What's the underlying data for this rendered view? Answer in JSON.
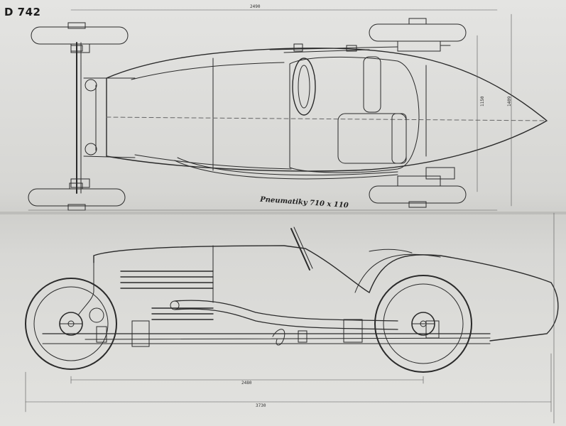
{
  "sheet": {
    "drawing_code": "D 742",
    "caption": "Pneumatiky 710 x 110"
  },
  "dimensions": {
    "top_overall": "2490",
    "top_width_a": "1150",
    "top_width_b": "1409",
    "side_wheelbase": "2480",
    "side_overall": "3730"
  },
  "colors": {
    "paper": "#dcdcda",
    "ink": "#2a2a2a"
  }
}
